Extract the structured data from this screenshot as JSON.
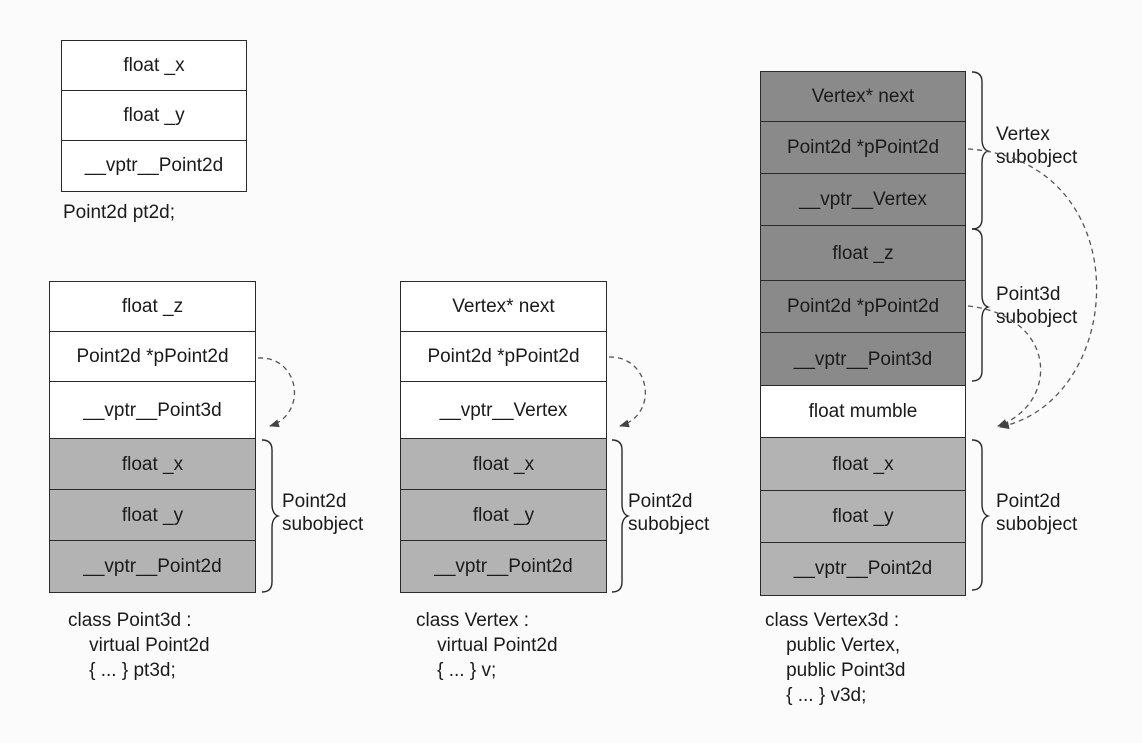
{
  "pt2d": {
    "cells": [
      "float _x",
      "float _y",
      "__vptr__Point2d"
    ],
    "caption": "Point2d pt2d;"
  },
  "pt3d": {
    "cells": [
      "float _z",
      "Point2d *pPoint2d",
      "__vptr__Point3d",
      "float _x",
      "float _y",
      "__vptr__Point2d"
    ],
    "brace_label": "Point2d\nsubobject",
    "caption": "class Point3d :\n    virtual Point2d\n    { ... } pt3d;"
  },
  "vertex": {
    "cells": [
      "Vertex* next",
      "Point2d *pPoint2d",
      "__vptr__Vertex",
      "float _x",
      "float _y",
      "__vptr__Point2d"
    ],
    "brace_label": "Point2d\nsubobject",
    "caption": "class Vertex :\n    virtual Point2d\n    { ... } v;"
  },
  "v3d": {
    "cells": [
      "Vertex* next",
      "Point2d *pPoint2d",
      "__vptr__Vertex",
      "float _z",
      "Point2d *pPoint2d",
      "__vptr__Point3d",
      "float mumble",
      "float _x",
      "float _y",
      "__vptr__Point2d"
    ],
    "brace_labels": [
      "Vertex\nsubobject",
      "Point3d\nsubobject",
      "Point2d\nsubobject"
    ],
    "caption": "class Vertex3d :\n    public Vertex,\n    public Point3d\n    { ... } v3d;"
  }
}
